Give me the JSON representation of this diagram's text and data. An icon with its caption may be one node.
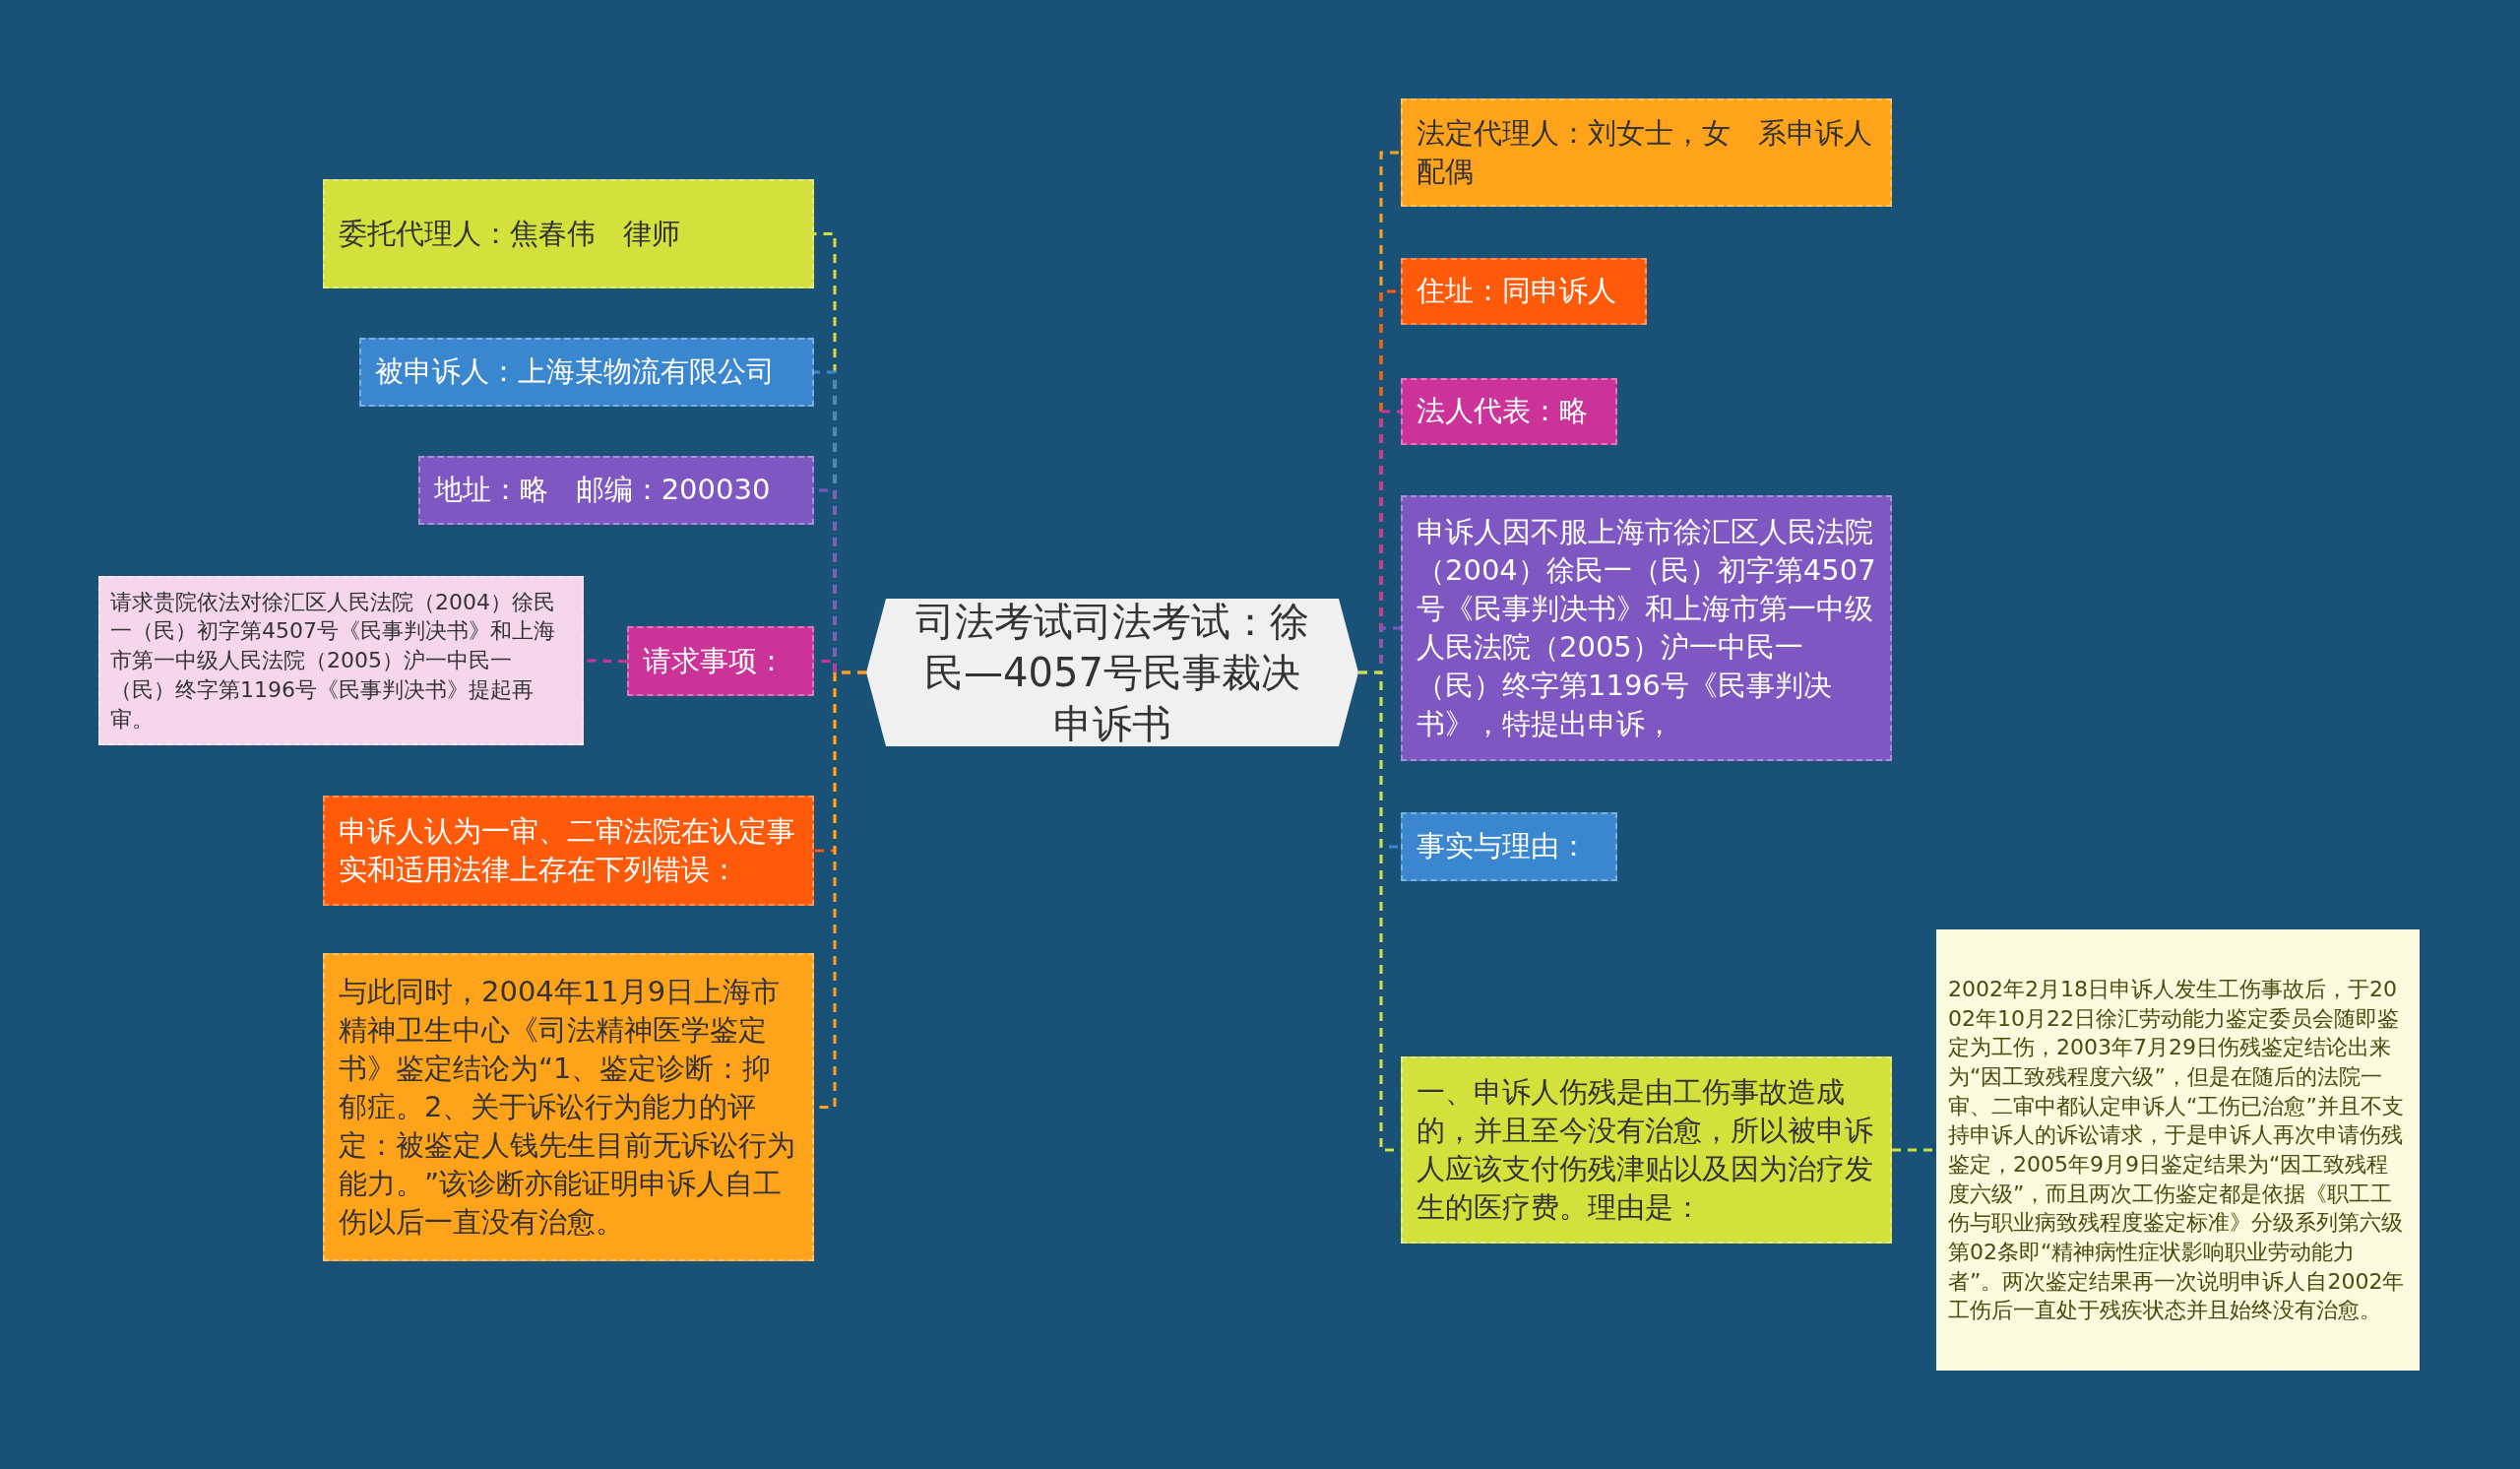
{
  "diagram": {
    "nodes": [
      {
        "text": [
          "司法考试司法考试：徐民—4057号民事裁决申诉书"
        ]
      },
      {
        "text": [
          "委托代理人：焦春伟   律师"
        ]
      },
      {
        "text": [
          "被申诉人：上海某物流有限公司"
        ]
      },
      {
        "text": [
          "地址：略   邮编：200030"
        ]
      },
      {
        "text": [
          "请求事项："
        ]
      },
      {
        "text": [
          "请求贵院依法对徐汇区人民法院（2004）徐民一（民）初字第4507号《民事判决书》和上海市第一中级人民法院（2005）沪一中民一（民）终字第1196号《民事判决书》提起再审。"
        ]
      },
      {
        "text": [
          "申诉人认为一审、二审法院在认定事实和适用法律上存在下列错误："
        ]
      },
      {
        "text": [
          "与此同时，2004年11月9日上海市精神卫生中心《司法精神医学鉴定书》鉴定结论为“1、鉴定诊断：抑郁症。2、关于诉讼行为能力的评定：被鉴定人钱先生目前无诉讼行为能力。”该诊断亦能证明申诉人自工伤以后一直没有治愈。"
        ]
      },
      {
        "text": [
          "法定代理人：刘女士，女   系申诉人配偶"
        ]
      },
      {
        "text": [
          "住址：同申诉人"
        ]
      },
      {
        "text": [
          "法人代表：略"
        ]
      },
      {
        "text": [
          "申诉人因不服上海市徐汇区人民法院（2004）徐民一（民）初字第4507号《民事判决书》和上海市第一中级人民法院（2005）沪一中民一（民）终字第1196号《民事判决书》，特提出申诉，"
        ]
      },
      {
        "text": [
          "事实与理由："
        ]
      },
      {
        "text": [
          "一、申诉人伤残是由工伤事故造成的，并且至今没有治愈，所以被申诉人应该支付伤残津贴以及因为治疗发生的医疗费。理由是："
        ]
      },
      {
        "text": [
          "2002年2月18日申诉人发生工伤事故后，于2002年10月22日徐汇劳动能力鉴定委员会随即鉴定为工伤，2003年7月29日伤残鉴定结论出来为“因工致残程度六级”，但是在随后的法院一审、二审中都认定申诉人“工伤已治愈”并且不支持申诉人的诉讼请求，于是申诉人再次申请伤残鉴定，2005年9月9日鉴定结果为“因工致残程度六级”，而且两次工伤鉴定都是依据《职工工伤与职业病致残程度鉴定标准》分级系列第六级第02条即“精神病性症状影响职业劳动能力者”。两次鉴定结果再一次说明申诉人自2002年工伤后一直处于残疾状态并且始终没有治愈。"
        ]
      }
    ],
    "edges": [
      {
        "from": 0,
        "to": 1,
        "arrow": "none",
        "color": "#d4e03c"
      },
      {
        "from": 0,
        "to": 2,
        "arrow": "none",
        "color": "#3a87d0"
      },
      {
        "from": 0,
        "to": 3,
        "arrow": "none",
        "color": "#7e57c2"
      },
      {
        "from": 0,
        "to": 4,
        "arrow": "none",
        "color": "#cc3399"
      },
      {
        "from": 4,
        "to": 5,
        "arrow": "none",
        "color": "#cc3399"
      },
      {
        "from": 0,
        "to": 6,
        "arrow": "none",
        "color": "#ff5a0a"
      },
      {
        "from": 0,
        "to": 7,
        "arrow": "none",
        "color": "#ffa31a"
      },
      {
        "from": 0,
        "to": 8,
        "arrow": "none",
        "color": "#ffa31a"
      },
      {
        "from": 0,
        "to": 9,
        "arrow": "none",
        "color": "#ff5a0a"
      },
      {
        "from": 0,
        "to": 10,
        "arrow": "none",
        "color": "#cc3399"
      },
      {
        "from": 0,
        "to": 11,
        "arrow": "none",
        "color": "#7e57c2"
      },
      {
        "from": 0,
        "to": 12,
        "arrow": "none",
        "color": "#3a87d0"
      },
      {
        "from": 0,
        "to": 13,
        "arrow": "none",
        "color": "#d4e03c"
      },
      {
        "from": 13,
        "to": 14,
        "arrow": "none",
        "color": "#d4e03c"
      }
    ]
  }
}
